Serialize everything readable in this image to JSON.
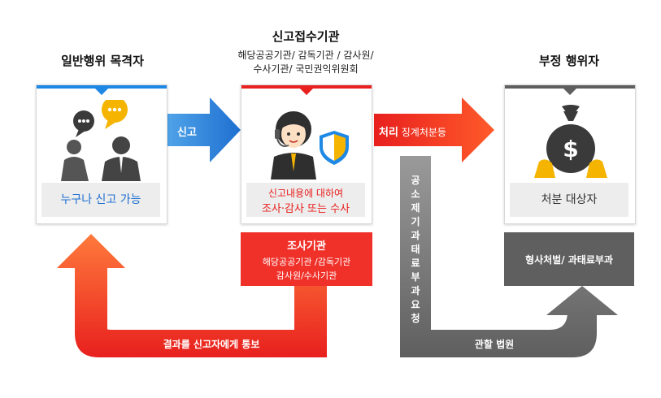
{
  "reporter": {
    "title": "일반행위 목격자",
    "label": "누구나 신고 가능"
  },
  "agency": {
    "title": "신고접수기관",
    "subtitle_line1": "해당공공기관/ 감독기관 / 감사원/",
    "subtitle_line2": "수사기관/ 국민권익위원회",
    "label_line1": "신고내용에 대하여",
    "label_line2": "조사·감사 또는 수사"
  },
  "violator": {
    "title": "부정 행위자",
    "label": "처분 대상자"
  },
  "arrow_report": {
    "label": "신고"
  },
  "arrow_process": {
    "label_bold": "처리",
    "label_rest": " 징계처분등"
  },
  "investigation": {
    "title": "조사기관",
    "line1": "해당공공기관 /감독기관",
    "line2": "감사원/수사기관"
  },
  "notify": {
    "label": "결과를 신고자에게 통보"
  },
  "fine_request": {
    "label": "공소제기과태료부과요청"
  },
  "court": {
    "label": "관할 법원"
  },
  "penalty": {
    "label": "형사처벌/ 과태료부과"
  },
  "colors": {
    "blue": "#1e88e5",
    "red": "#f0312a",
    "dark_gray": "#5f5f5f",
    "gold": "#f5b400"
  }
}
